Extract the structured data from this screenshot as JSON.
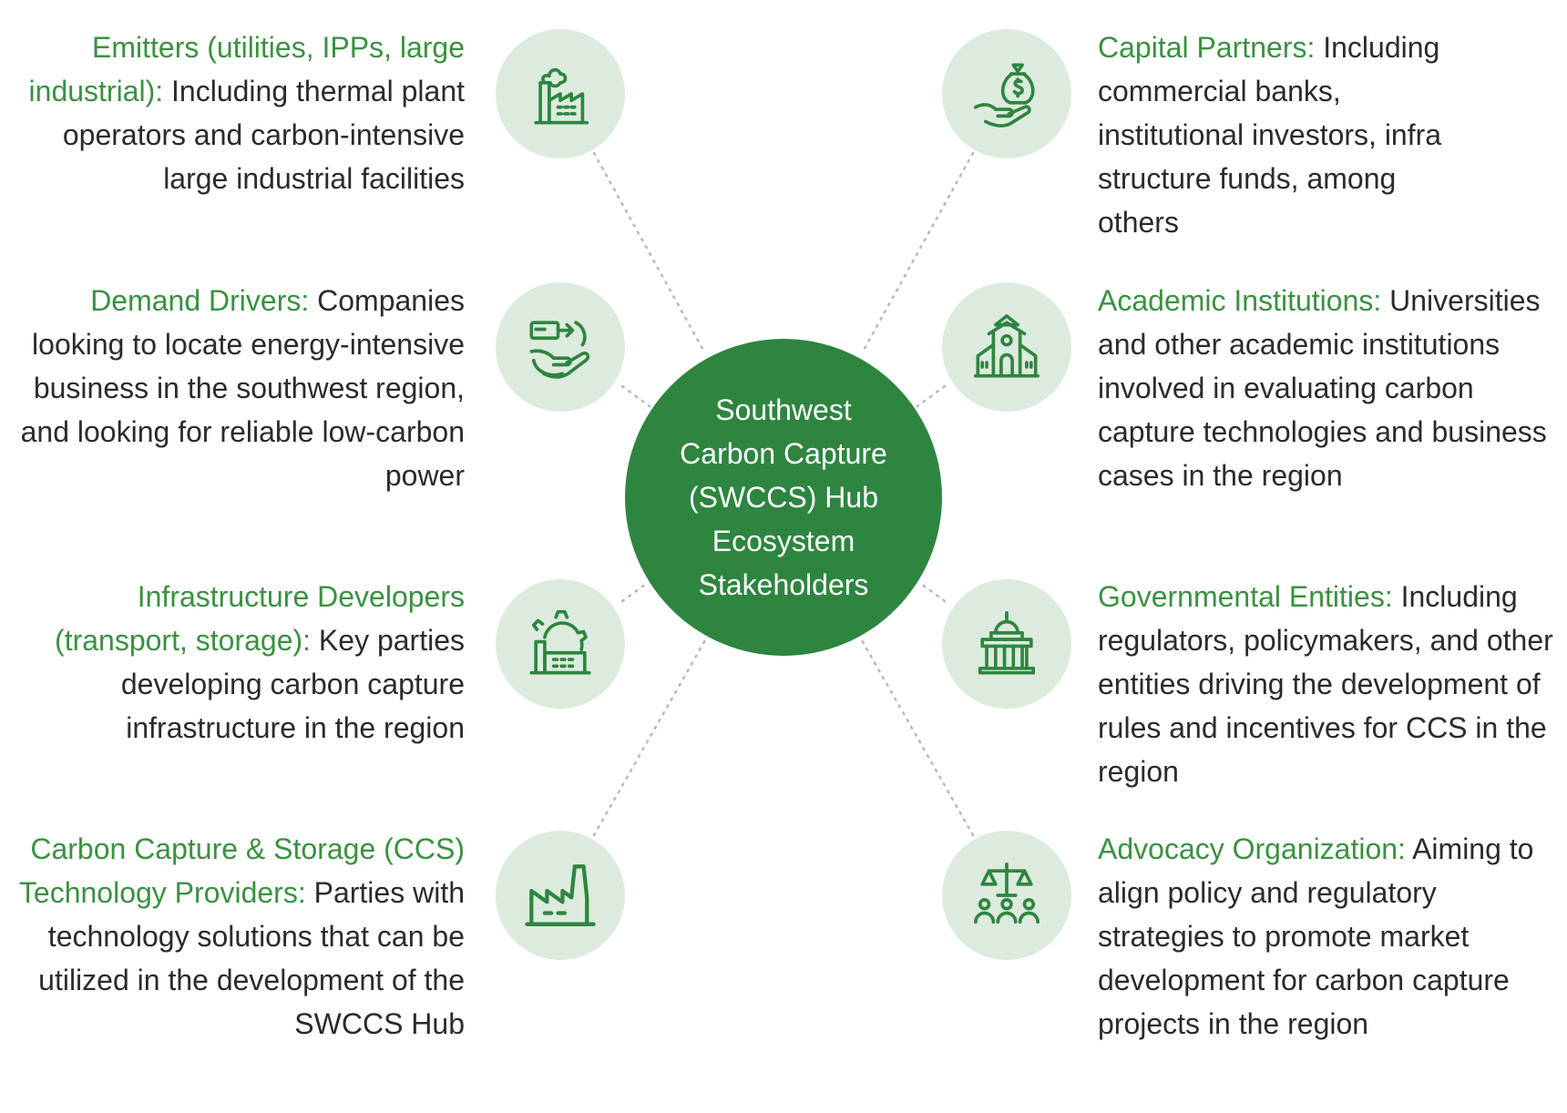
{
  "hub": {
    "title": "Southwest\nCarbon Capture\n(SWCCS) Hub\nEcosystem\nStakeholders"
  },
  "colors": {
    "hub": "#2e8540",
    "icon_bg": "#dcebdd",
    "icon_stroke": "#2e8540",
    "highlight_text": "#3a9141",
    "body_text": "#2b2b2b",
    "connector": "#b9b9b9"
  },
  "stakeholders": {
    "emitters": {
      "title": "Emitters (utilities, IPPs, large industrial):",
      "desc": " Including thermal plant operators and carbon-intensive large industrial facilities",
      "icon": "factory-smoke-icon"
    },
    "demand": {
      "title": "Demand Drivers:",
      "desc": " Companies looking to locate energy-intensive business in the southwest region, and looking for reliable low-carbon power",
      "icon": "hand-card-icon"
    },
    "infra": {
      "title": "Infrastructure Developers (transport, storage):",
      "desc": " Key parties developing carbon capture infrastructure in the region",
      "icon": "gear-factory-icon"
    },
    "ccs": {
      "title": "Carbon Capture & Storage (CCS) Technology Providers:",
      "desc": " Parties with technology solutions that can be utilized in the development of the SWCCS Hub",
      "icon": "factory-icon"
    },
    "capital": {
      "title": "Capital Partners:",
      "desc": " Including commercial banks, institutional investors, infra structure funds, among others",
      "icon": "money-bag-hand-icon"
    },
    "academic": {
      "title": "Academic Institutions:",
      "desc": " Universities and other academic institutions involved in evaluating carbon capture technologies and business cases in the region",
      "icon": "school-building-icon"
    },
    "gov": {
      "title": "Governmental Entities:",
      "desc": " Including regulators, policymakers, and other entities driving the development of rules and incentives for CCS in the region",
      "icon": "capitol-icon"
    },
    "advocacy": {
      "title": "Advocacy Organization:",
      "desc": " Aiming to align policy and regulatory strategies to promote market development for carbon capture projects in the region",
      "icon": "scales-people-icon"
    }
  }
}
